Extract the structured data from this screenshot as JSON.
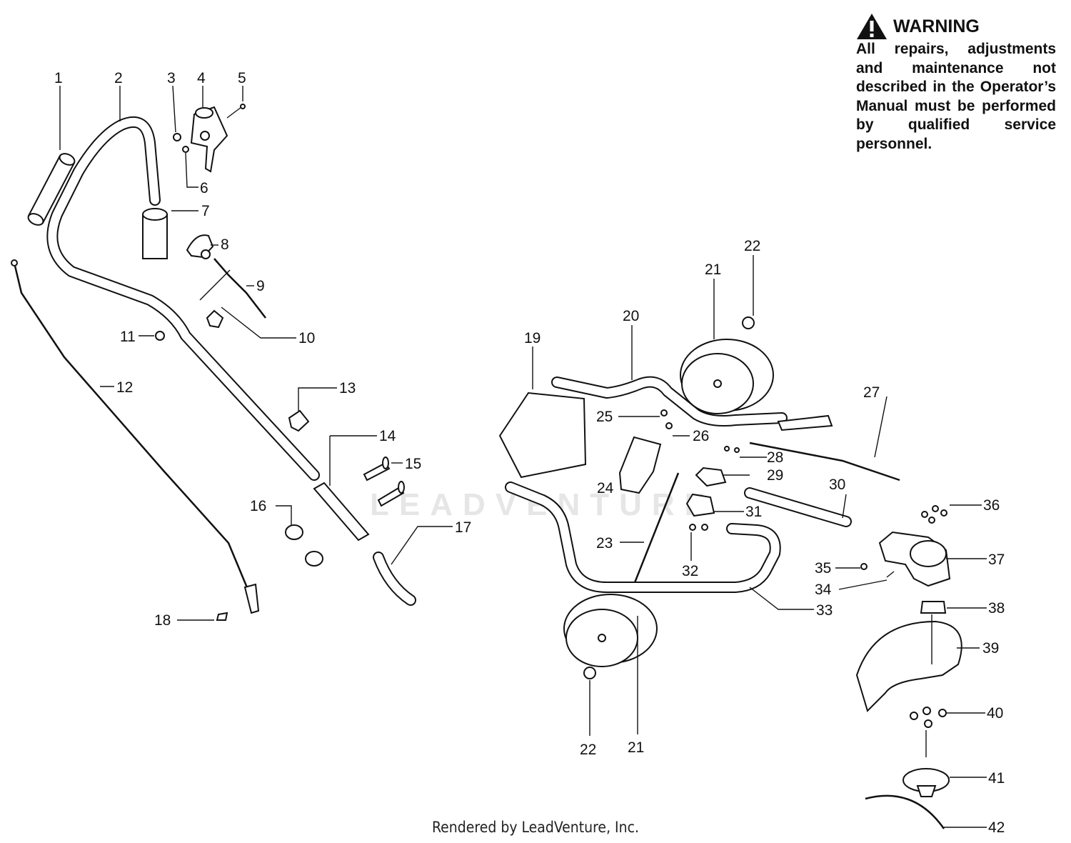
{
  "warning": {
    "title": "WARNING",
    "text": "All repairs, adjustments and maintenance not described in the Operator’s Manual must be performed by qualified service personnel.",
    "icon": "warning-triangle-icon"
  },
  "footer": {
    "text": "Rendered by LeadVenture, Inc."
  },
  "watermark": {
    "text": "LEADVENTURE"
  },
  "callouts": [
    {
      "number": "1"
    },
    {
      "number": "2"
    },
    {
      "number": "3"
    },
    {
      "number": "4"
    },
    {
      "number": "5"
    },
    {
      "number": "6"
    },
    {
      "number": "7"
    },
    {
      "number": "8"
    },
    {
      "number": "9"
    },
    {
      "number": "10"
    },
    {
      "number": "11"
    },
    {
      "number": "12"
    },
    {
      "number": "13"
    },
    {
      "number": "14"
    },
    {
      "number": "15"
    },
    {
      "number": "16"
    },
    {
      "number": "17"
    },
    {
      "number": "18"
    },
    {
      "number": "19"
    },
    {
      "number": "20"
    },
    {
      "number": "21"
    },
    {
      "number": "22"
    },
    {
      "number": "23"
    },
    {
      "number": "24"
    },
    {
      "number": "25"
    },
    {
      "number": "26"
    },
    {
      "number": "27"
    },
    {
      "number": "28"
    },
    {
      "number": "29"
    },
    {
      "number": "30"
    },
    {
      "number": "31"
    },
    {
      "number": "32"
    },
    {
      "number": "33"
    },
    {
      "number": "34"
    },
    {
      "number": "35"
    },
    {
      "number": "36"
    },
    {
      "number": "37"
    },
    {
      "number": "38"
    },
    {
      "number": "39"
    },
    {
      "number": "40"
    },
    {
      "number": "41"
    },
    {
      "number": "42"
    },
    {
      "number": "21"
    },
    {
      "number": "22"
    }
  ]
}
